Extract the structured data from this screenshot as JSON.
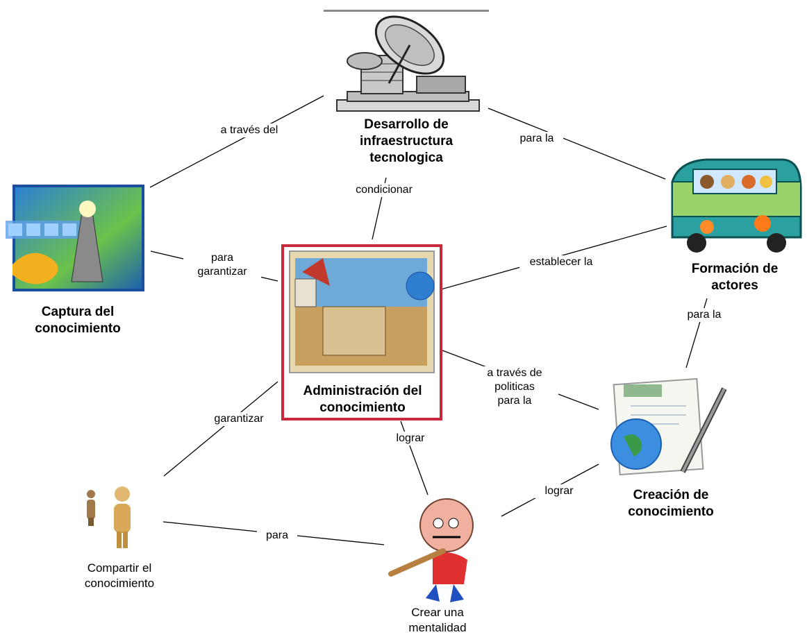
{
  "nodes": {
    "desarrollo": "Desarrollo de\ninfraestructura\ntecnologica",
    "formacion": "Formación de\nactores",
    "captura": "Captura del\nconocimiento",
    "administracion": "Administración del\nconocimiento",
    "creacion": "Creación de\nconocimiento",
    "compartir": "Compartir el\nconocimiento",
    "mentalidad": "Crear una\nmentalidad"
  },
  "links": {
    "a_traves_del": "a través del",
    "para_la_top": "para la",
    "condicionar": "condicionar",
    "para_garantizar": "para\ngarantizar",
    "establecer_la": "establecer la",
    "para_la_right": "para la",
    "a_traves_de_politicas": "a través de\npoliticas\npara la",
    "garantizar": "garantizar",
    "lograr_center": "lograr",
    "lograr_right": "lograr",
    "para_bottom": "para"
  },
  "colors": {
    "line": "#000000",
    "frame_red": "#c8283c",
    "topbar": "#8a8a8a"
  }
}
